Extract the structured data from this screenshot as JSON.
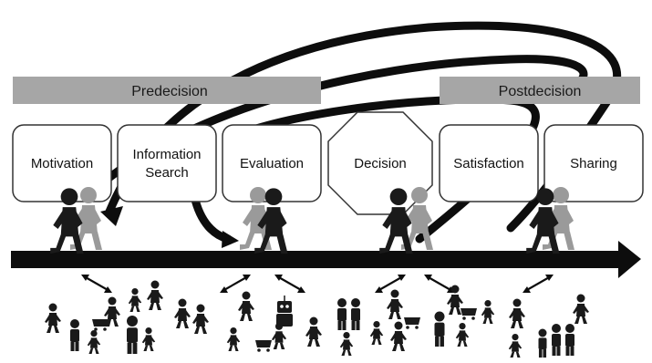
{
  "phases": {
    "pre": "Predecision",
    "post": "Postdecision"
  },
  "stages": [
    {
      "lines": [
        "Motivation"
      ],
      "shape": "rounded-rect"
    },
    {
      "lines": [
        "Information",
        "Search"
      ],
      "shape": "rounded-rect"
    },
    {
      "lines": [
        "Evaluation"
      ],
      "shape": "rounded-rect"
    },
    {
      "lines": [
        "Decision"
      ],
      "shape": "octagon"
    },
    {
      "lines": [
        "Satisfaction"
      ],
      "shape": "rounded-rect"
    },
    {
      "lines": [
        "Sharing"
      ],
      "shape": "rounded-rect"
    }
  ],
  "colors": {
    "phase_bar": "#a6a6a6",
    "walker_dark": "#1a1a1a",
    "walker_light": "#9a9a9a",
    "arrow": "#0d0d0d"
  }
}
